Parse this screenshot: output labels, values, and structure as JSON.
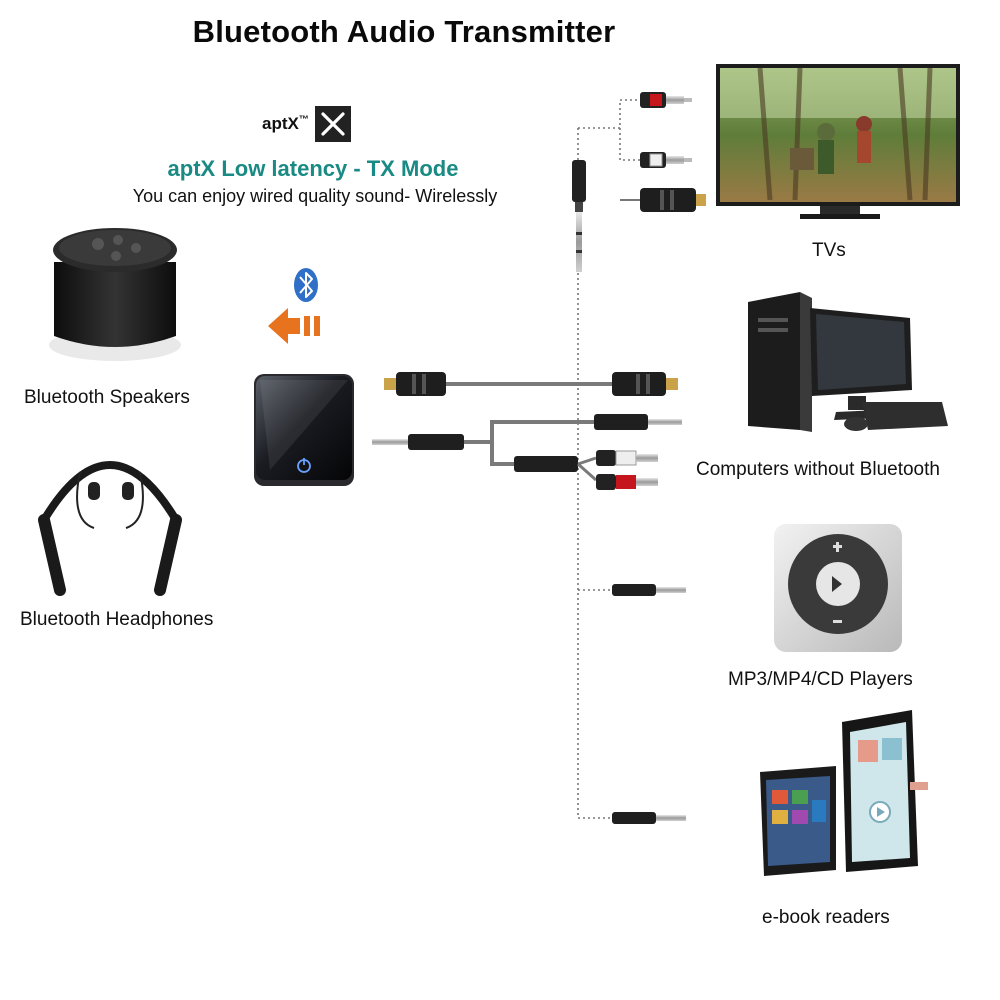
{
  "header": {
    "title": "Bluetooth Audio Transmitter"
  },
  "badge": {
    "brand": "aptX",
    "trademark": "™"
  },
  "mode": {
    "headline": "aptX Low latency - TX Mode",
    "description": "You can enjoy wired quality sound- Wirelessly"
  },
  "receivers": [
    {
      "label": "Bluetooth Speakers",
      "icon": "speaker-icon"
    },
    {
      "label": "Bluetooth Headphones",
      "icon": "headphones-icon"
    }
  ],
  "sources": [
    {
      "label": "TVs",
      "icon": "tv-icon"
    },
    {
      "label": "Computers without Bluetooth",
      "icon": "computer-icon"
    },
    {
      "label": "MP3/MP4/CD Players",
      "icon": "mp3-player-icon"
    },
    {
      "label": "e-book readers",
      "icon": "tablet-icon"
    }
  ],
  "colors": {
    "accent": "#1a8a84",
    "bluetooth": "#2f6fc7",
    "arrow": "#e8731f",
    "rca_red": "#c4161c",
    "cable": "#7a7a7a"
  }
}
